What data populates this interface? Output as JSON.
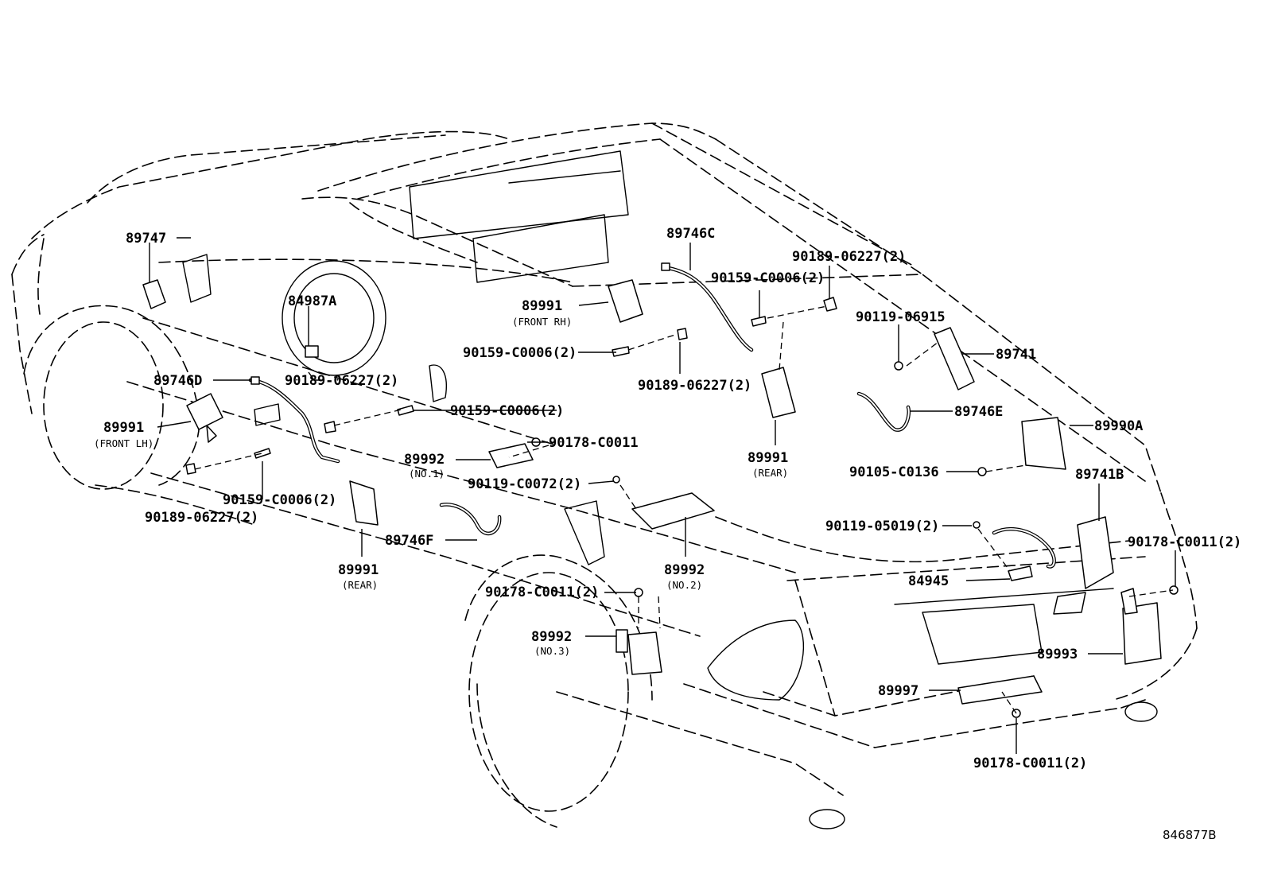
{
  "labels": {
    "p89747": "89747",
    "p84987A": "84987A",
    "p89746D": "89746D",
    "p89991_flh": "89991",
    "flh_note": "(FRONT LH)",
    "p90189_l_a": "90189-06227(2)",
    "p90159_l_a": "90159-C0006(2)",
    "p90189_l_b": "90189-06227(2)",
    "p89991_rl": "89991",
    "rl_note": "(REAR)",
    "p89746F": "89746F",
    "p89991_frh": "89991",
    "frh_note": "(FRONT RH)",
    "p90159_c_a": "90159-C0006(2)",
    "p90159_c_b": "90159-C0006(2)",
    "p90178_c": "90178-C0011",
    "p89992_1": "89992",
    "n1_note": "(NO.1)",
    "p90119_0072": "90119-C0072(2)",
    "p89992_2": "89992",
    "n2_note": "(NO.2)",
    "p90178_b": "90178-C0011(2)",
    "p89992_3": "89992",
    "n3_note": "(NO.3)",
    "p89746C": "89746C",
    "p90189_r_a": "90189-06227(2)",
    "p90159_r_a": "90159-C0006(2)",
    "p90189_r_b": "90189-06227(2)",
    "p89991_rr": "89991",
    "rr_note": "(REAR)",
    "p90119_06915": "90119-06915",
    "p89741": "89741",
    "p89746E": "89746E",
    "p89990A": "89990A",
    "p90105": "90105-C0136",
    "p89741B": "89741B",
    "p90119_05019": "90119-05019(2)",
    "p90178_r": "90178-C0011(2)",
    "p84945": "84945",
    "p89993": "89993",
    "p89997": "89997",
    "p90178_bot": "90178-C0011(2)",
    "drawing_code": "846877B"
  }
}
